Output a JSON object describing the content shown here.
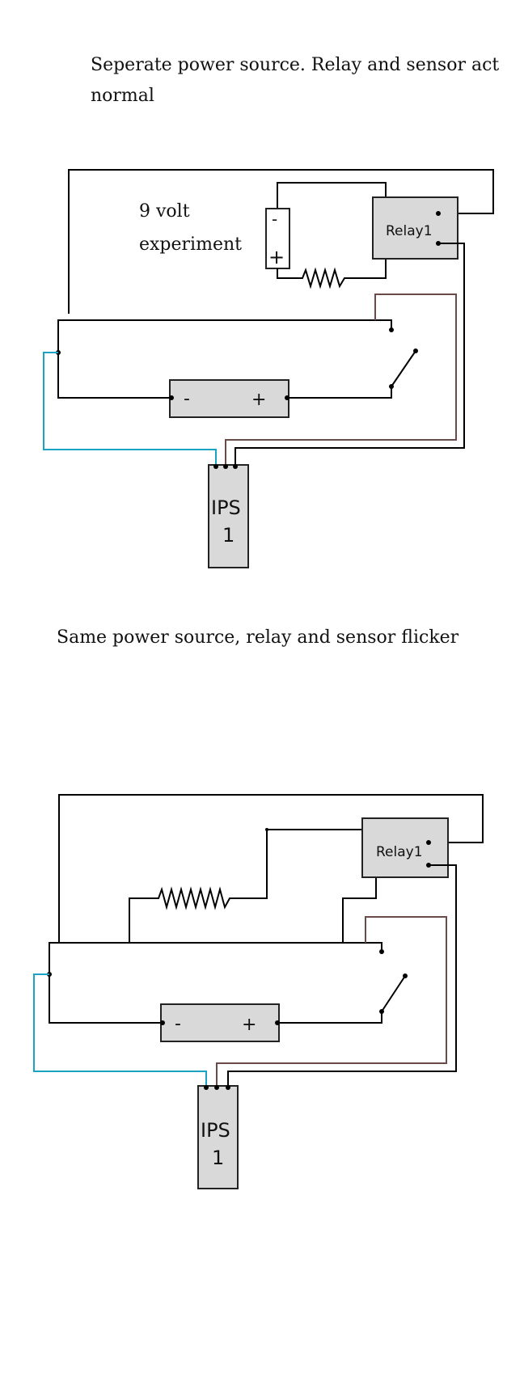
{
  "captions": {
    "top": "Seperate power source. Relay and sensor act normal",
    "bottom": "Same power source, relay and sensor flicker"
  },
  "top_diagram": {
    "note_line1": "9 volt",
    "note_line2": "experiment",
    "relay_label": "Relay1",
    "battery_minus": "-",
    "battery_plus": "+",
    "cell_minus": "-",
    "cell_plus": "+",
    "sensor_line1": "IPS",
    "sensor_line2": "1"
  },
  "bottom_diagram": {
    "relay_label": "Relay1",
    "battery_minus": "-",
    "battery_plus": "+",
    "sensor_line1": "IPS",
    "sensor_line2": "1"
  },
  "colors": {
    "wire": "#000000",
    "sensor_wire_blue": "#1aa3c2",
    "sensor_wire_brown": "#6b4a48",
    "component_fill": "#d9d9d9"
  }
}
